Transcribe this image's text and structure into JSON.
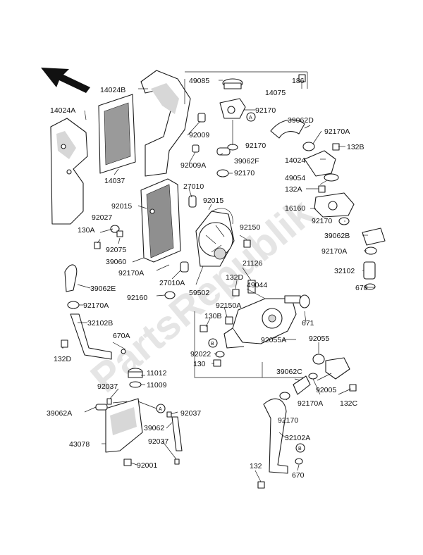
{
  "watermark": "PartsRepublik",
  "callout_letters": {
    "a": "A",
    "b": "B"
  },
  "labels": {
    "p14024B": "14024B",
    "p14024A": "14024A",
    "p14037": "14037",
    "p92009": "92009",
    "p92009A": "92009A",
    "p49085": "49085",
    "p186": "186",
    "p14075": "14075",
    "p92170_a": "92170",
    "p39062D": "39062D",
    "p92170_b": "92170",
    "p92170A_1": "92170A",
    "p132B": "132B",
    "p39062F": "39062F",
    "p92170_c": "92170",
    "p14024": "14024",
    "p49054": "49054",
    "p132A": "132A",
    "p16160": "16160",
    "p92170_d": "92170",
    "p39062B": "39062B",
    "p92170A_2": "92170A",
    "p32102": "32102",
    "p670_1": "670",
    "p27010": "27010",
    "p92015_1": "92015",
    "p92015_2": "92015",
    "p92027": "92027",
    "p130A": "130A",
    "p92075": "92075",
    "p39060": "39060",
    "p92150": "92150",
    "p92170A_3": "92170A",
    "p21126": "21126",
    "p27010A": "27010A",
    "p132D_1": "132D",
    "p59502": "59502",
    "p49044": "49044",
    "p39062E": "39062E",
    "p92170A_4": "92170A",
    "p92160": "92160",
    "p92150A": "92150A",
    "p671": "671",
    "p32102B": "32102B",
    "p130B": "130B",
    "p92055A": "92055A",
    "p670A": "670A",
    "p132D_2": "132D",
    "p92022": "92022",
    "p130": "130",
    "p92055": "92055",
    "p11012": "11012",
    "p11009": "11009",
    "p92037_1": "92037",
    "p39062C": "39062C",
    "p92005": "92005",
    "p92170A_5": "92170A",
    "p132C": "132C",
    "p39062A": "39062A",
    "p92037_2": "92037",
    "p92170_e": "92170",
    "p39062": "39062",
    "p43078": "43078",
    "p92037_3": "92037",
    "p32102A": "32102A",
    "p92001": "92001",
    "p132": "132",
    "p670_2": "670"
  }
}
